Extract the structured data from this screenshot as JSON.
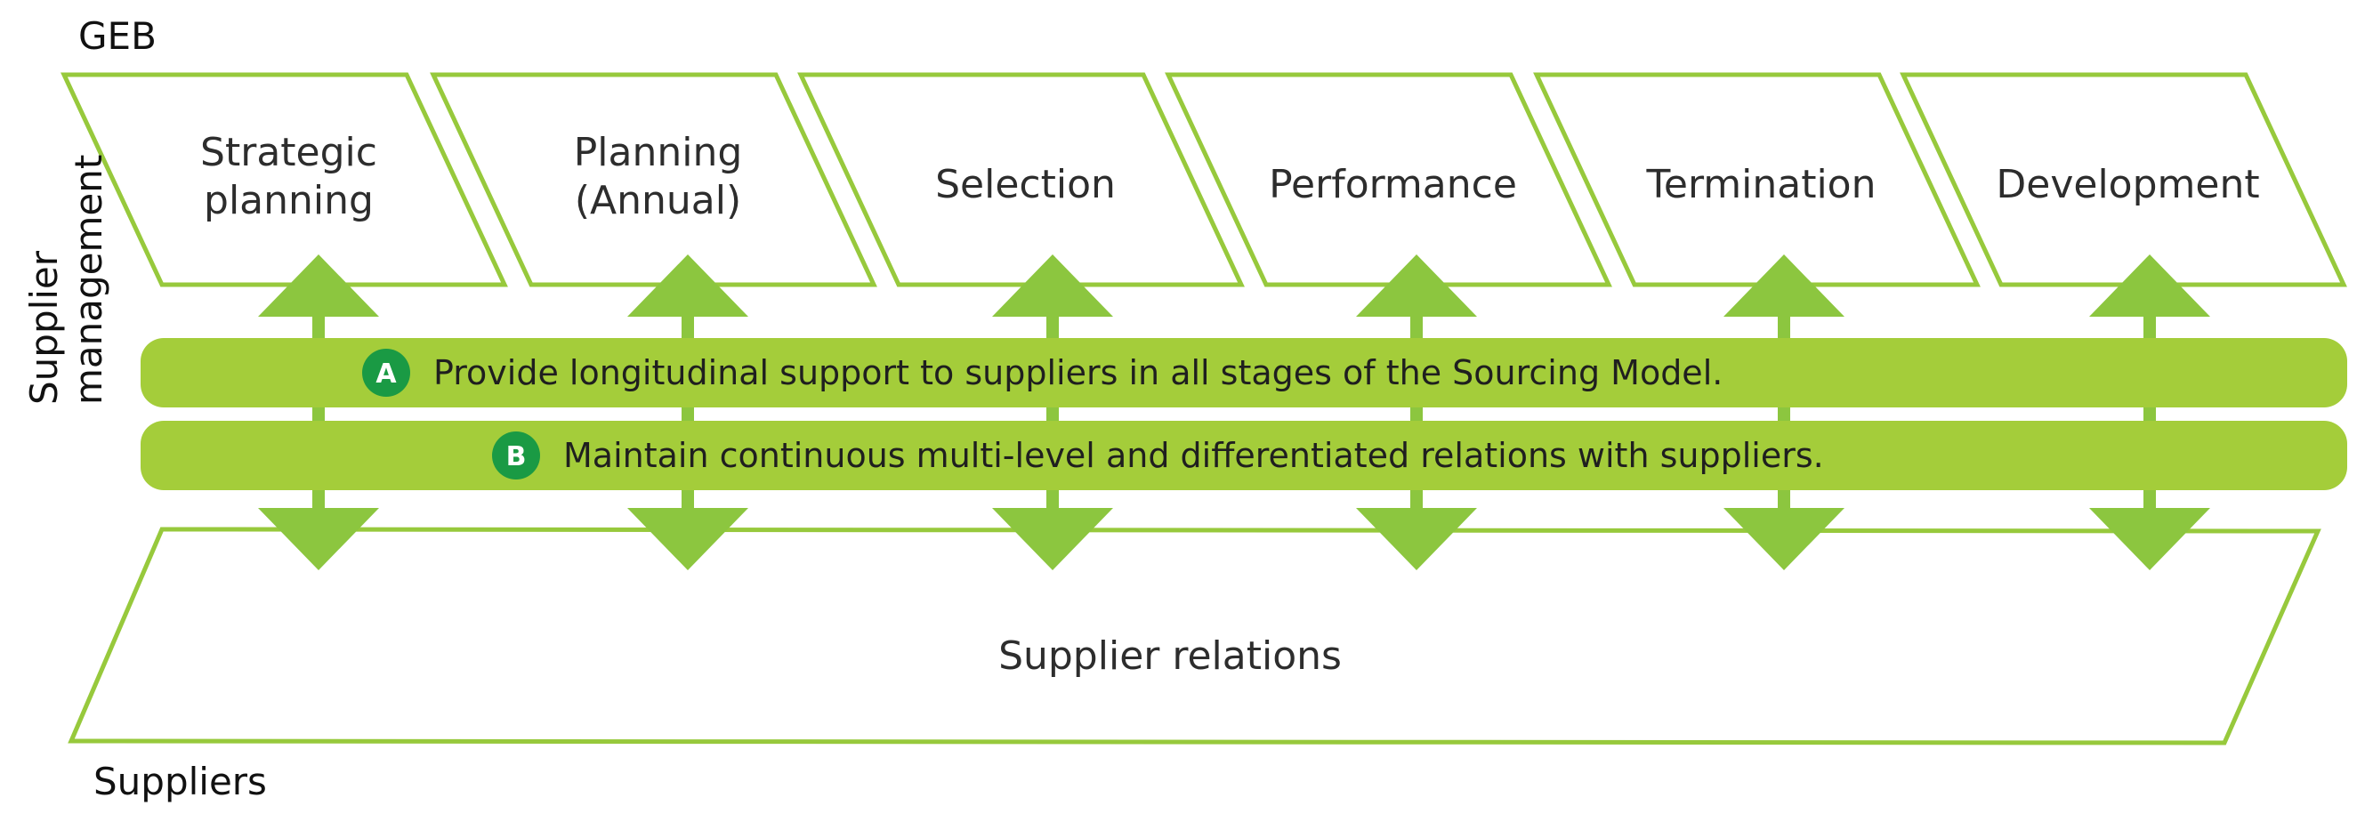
{
  "colors": {
    "outline": "#97c93c",
    "arrow": "#8cc63f",
    "band": "#a4cd3a",
    "badge": "#1a9a44",
    "text": "#2d2d2d"
  },
  "labels": {
    "top": "GEB",
    "bottom": "Suppliers",
    "side": [
      "Supplier",
      "management"
    ]
  },
  "stages": [
    {
      "lines": [
        "Strategic",
        "planning"
      ]
    },
    {
      "lines": [
        "Planning",
        "(Annual)"
      ]
    },
    {
      "lines": [
        "Selection"
      ]
    },
    {
      "lines": [
        "Performance"
      ]
    },
    {
      "lines": [
        "Termination"
      ]
    },
    {
      "lines": [
        "Development"
      ]
    }
  ],
  "bands": [
    {
      "badge": "A",
      "text": "Provide longitudinal support to suppliers in all stages of the Sourcing Model."
    },
    {
      "badge": "B",
      "text": "Maintain continuous multi-level and differentiated relations with suppliers."
    }
  ],
  "base": {
    "label": "Supplier relations"
  }
}
